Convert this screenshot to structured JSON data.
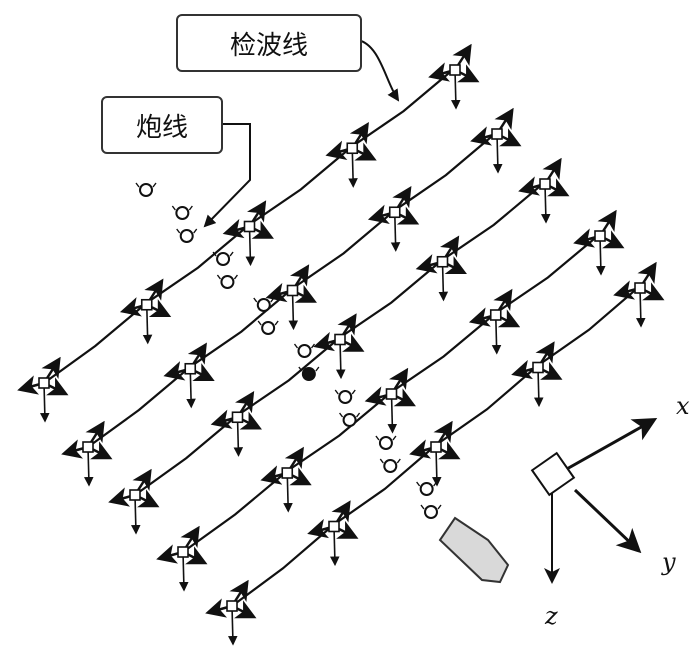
{
  "labels": {
    "receiver_line": "检波线",
    "shot_line": "炮线"
  },
  "axes": {
    "x": "x",
    "y": "y",
    "z": "z"
  },
  "colors": {
    "ink": "#111111",
    "vessel_fill": "#d9d9d9",
    "node_fill": "#ffffff"
  },
  "counts": {
    "receiver_lines": 5,
    "receivers_per_line": 5,
    "shot_points": 15
  }
}
